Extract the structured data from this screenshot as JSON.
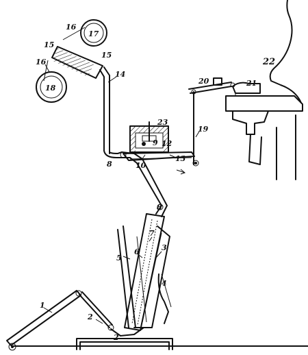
{
  "figure": {
    "labels": {
      "l1": "1",
      "l2a": "2",
      "l2b": "2",
      "l3": "3",
      "l4": "4",
      "l5": "5",
      "l6": "6",
      "l7": "7",
      "l8a": "8",
      "l8b": "8",
      "l9": "9",
      "l10": "10",
      "l12": "12",
      "l13": "13",
      "l14": "14",
      "l15a": "15",
      "l15b": "15",
      "l16a": "16",
      "l16b": "16",
      "l17": "17",
      "l18": "18",
      "l19": "19",
      "l20": "20",
      "l21": "21",
      "l22": "22",
      "l23": "23"
    }
  }
}
